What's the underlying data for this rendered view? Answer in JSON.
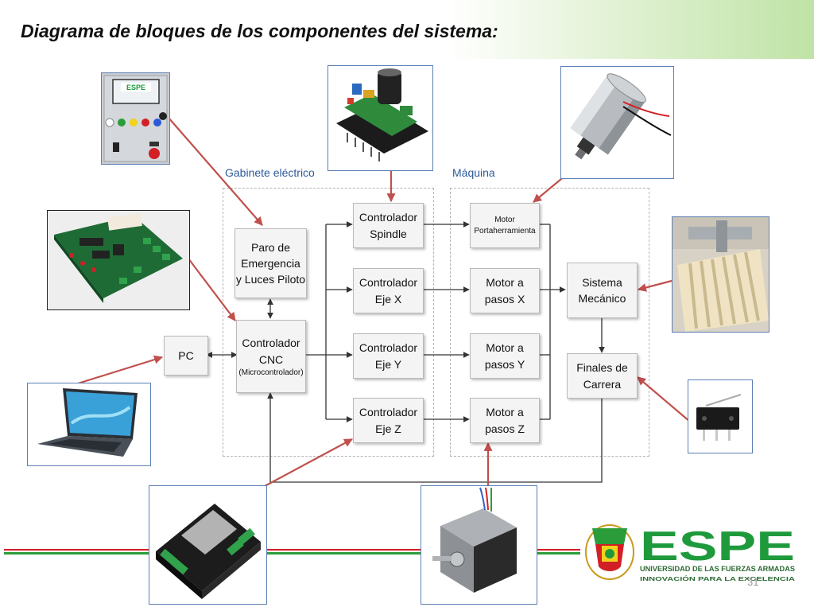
{
  "slide": {
    "title": "Diagrama de bloques de los componentes del sistema:",
    "page_number": "31"
  },
  "regions": {
    "gabinete_label": "Gabinete eléctrico",
    "maquina_label": "Máquina"
  },
  "blocks": {
    "pc": "PC",
    "paro_line1": "Paro de",
    "paro_line2": "Emergencia",
    "paro_line3": "y Luces Piloto",
    "cnc_line1": "Controlador",
    "cnc_line2": "CNC",
    "cnc_line3": "(Microcontrolador)",
    "spindle_line1": "Controlador",
    "spindle_line2": "Spindle",
    "ejex_line1": "Controlador",
    "ejex_line2": "Eje X",
    "ejey_line1": "Controlador",
    "ejey_line2": "Eje Y",
    "ejez_line1": "Controlador",
    "ejez_line2": "Eje Z",
    "motor_port_line1": "Motor",
    "motor_port_line2": "Portaherramienta",
    "motorx_line1": "Motor a",
    "motorx_line2": "pasos X",
    "motory_line1": "Motor a",
    "motory_line2": "pasos Y",
    "motorz_line1": "Motor a",
    "motorz_line2": "pasos Z",
    "sistema_line1": "Sistema",
    "sistema_line2": "Mecánico",
    "finales_line1": "Finales de",
    "finales_line2": "Carrera"
  },
  "logo": {
    "brand": "ESPE",
    "university": "UNIVERSIDAD DE LAS FUERZAS ARMADAS",
    "motto": "INNOVACIÓN PARA LA EXCELENCIA",
    "panel_brand": "ESPE"
  },
  "colors": {
    "connector": "#333333",
    "photo_arrow": "#c0504d",
    "region_label": "#2e5a9a",
    "brand_green": "#1e9a3c",
    "stripe_red": "#d21f26",
    "stripe_green": "#2a9d3a"
  },
  "icons": {
    "control_panel": "control-panel-photo",
    "spindle_driver": "spindle-driver-photo",
    "spindle_motor": "spindle-motor-photo",
    "controller_board": "controller-board-photo",
    "cnc_machine": "cnc-machine-photo",
    "laptop": "laptop-photo",
    "limit_switch": "limit-switch-photo",
    "stepper_driver": "stepper-driver-photo",
    "stepper_motor": "stepper-motor-photo",
    "university_seal": "university-seal-icon"
  }
}
